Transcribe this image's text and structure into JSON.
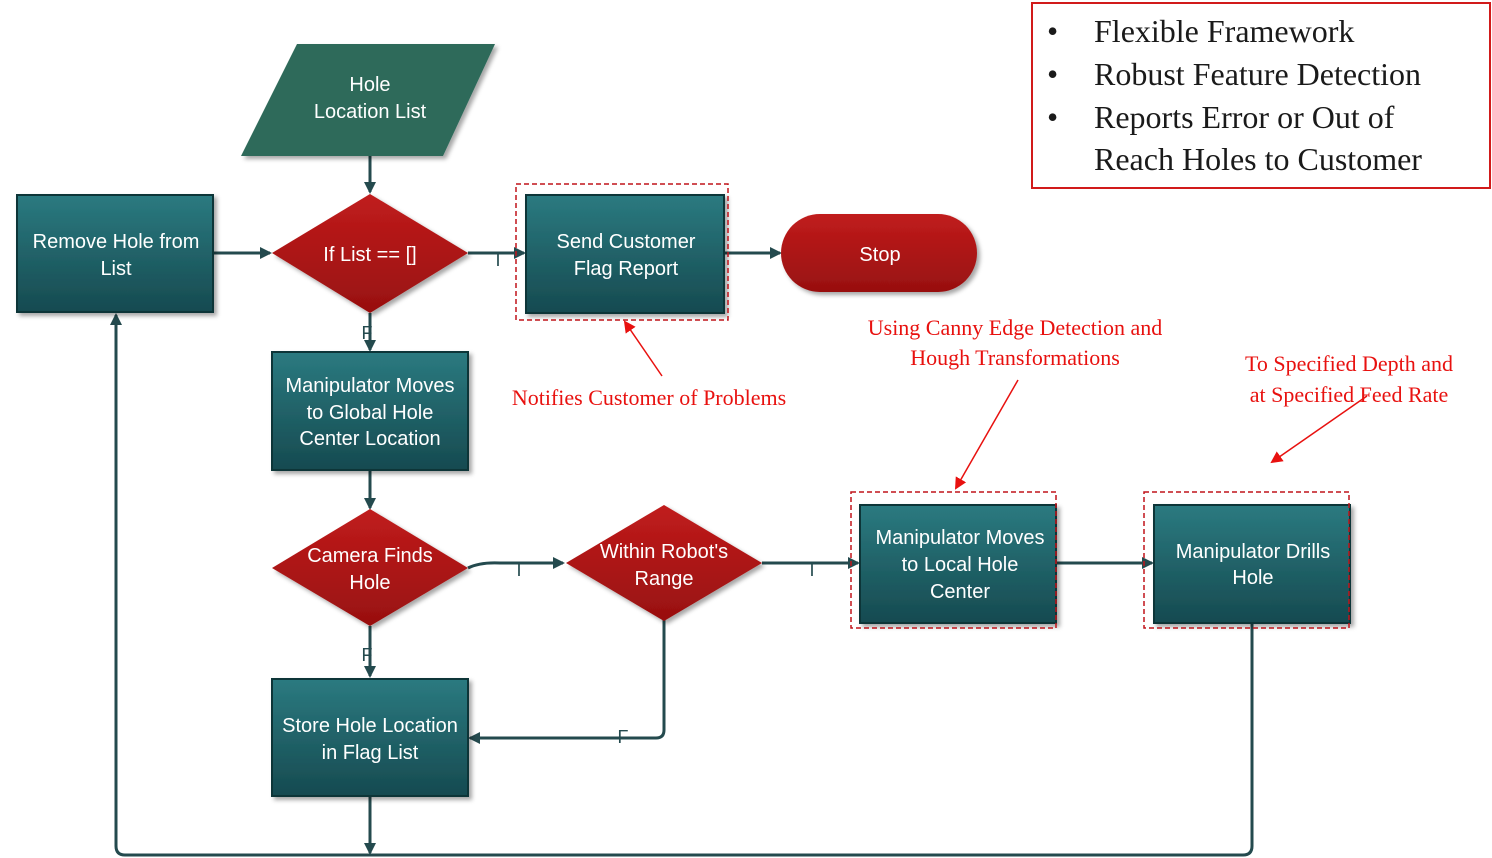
{
  "nodes": {
    "hole_list": [
      "Hole",
      "Location List"
    ],
    "remove_hole": [
      "Remove Hole from",
      "List"
    ],
    "if_list_empty": [
      "If List == []"
    ],
    "send_report": [
      "Send Customer",
      "Flag Report"
    ],
    "stop": [
      "Stop"
    ],
    "global_move": [
      "Manipulator Moves",
      "to Global Hole",
      "Center Location"
    ],
    "camera_finds": [
      "Camera Finds",
      "Hole"
    ],
    "within_range": [
      "Within Robot's",
      "Range"
    ],
    "local_move": [
      "Manipulator Moves",
      "to Local Hole",
      "Center"
    ],
    "drill": [
      "Manipulator Drills",
      "Hole"
    ],
    "store_flag": [
      "Store Hole Location",
      "in Flag List"
    ]
  },
  "edge_labels": {
    "list_true": "T",
    "list_false": "F",
    "camera_true": "T",
    "camera_false": "F",
    "range_true": "T",
    "range_false": "F"
  },
  "annotations": {
    "problems": "Notifies Customer of  Problems",
    "canny": [
      "Using Canny Edge Detection and",
      "Hough Transformations"
    ],
    "depth": [
      "To Specified Depth and",
      "at Specified Feed Rate"
    ]
  },
  "features": [
    "Flexible Framework",
    "Robust Feature Detection",
    "Reports Error or Out of",
    "Reach Holes to Customer"
  ],
  "colors": {
    "process_box": "#1e5d64",
    "decision": "#b01616",
    "data_shape": "#2d6a5a",
    "annotation": "#e8110f",
    "connector": "#244a4e"
  }
}
